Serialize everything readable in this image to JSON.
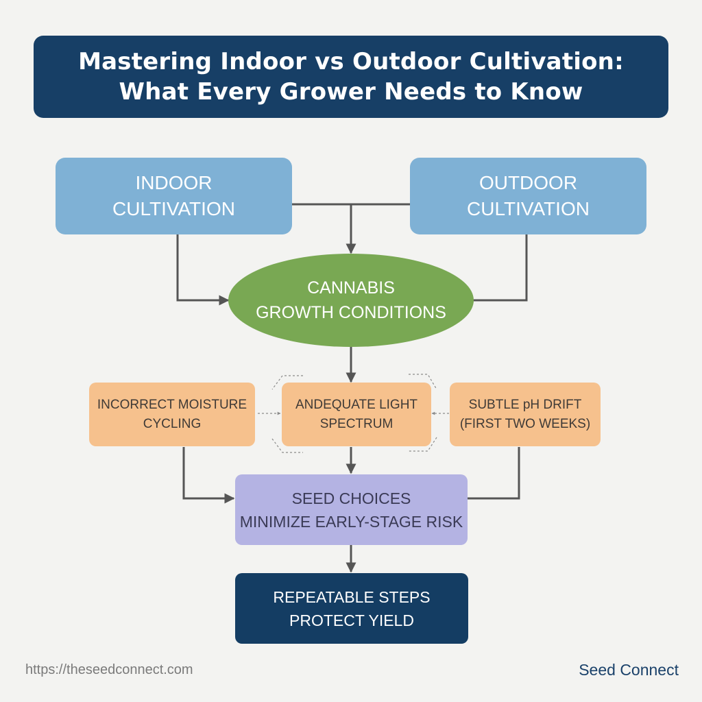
{
  "title": {
    "line1": "Mastering Indoor vs Outdoor Cultivation:",
    "line2": "What Every Grower Needs to Know"
  },
  "nodes": {
    "indoor": {
      "line1": "INDOOR",
      "line2": "CULTIVATION"
    },
    "outdoor": {
      "line1": "OUTDOOR",
      "line2": "CULTIVATION"
    },
    "growth": {
      "line1": "CANNABIS",
      "line2": "GROWTH CONDITIONS"
    },
    "moisture": {
      "line1": "INCORRECT MOISTURE",
      "line2": "CYCLING"
    },
    "light": {
      "line1": "ANDEQUATE LIGHT",
      "line2": "SPECTRUM"
    },
    "ph": {
      "line1": "SUBTLE pH DRIFT",
      "line2": "(FIRST TWO WEEKS)"
    },
    "seed": {
      "line1": "SEED CHOICES",
      "line2": "MINIMIZE EARLY-STAGE RISK"
    },
    "yield": {
      "line1": "REPEATABLE STEPS",
      "line2": "PROTECT YIELD"
    }
  },
  "footer": {
    "url": "https://theseedconnect.com",
    "brand": "Seed Connect"
  },
  "colors": {
    "title_bg": "#173f66",
    "cultivation_boxes": "#7fb1d5",
    "growth_ellipse": "#79a853",
    "risk_boxes": "#f6c18d",
    "seed_box": "#b4b3e3",
    "yield_box": "#143d63",
    "connector": "#555555"
  }
}
